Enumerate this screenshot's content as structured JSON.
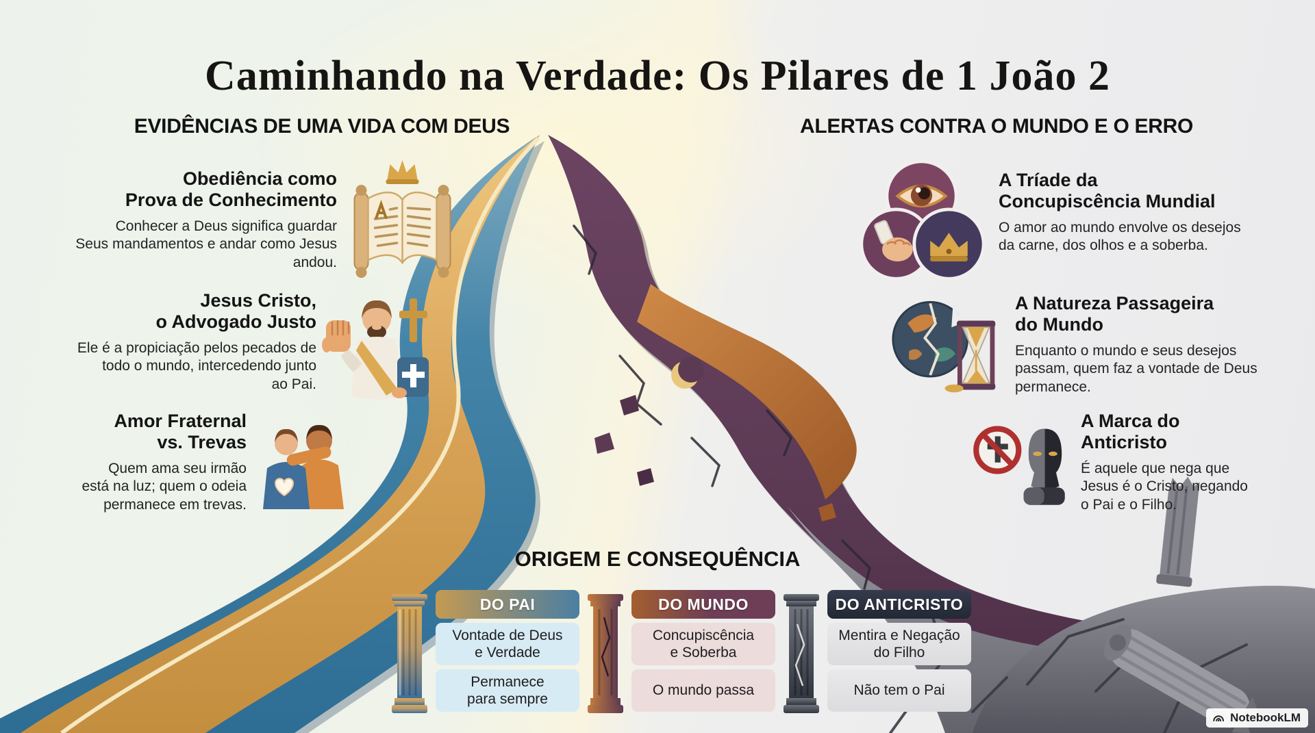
{
  "title": "Caminhando na Verdade: Os Pilares de 1 João 2",
  "left_section": {
    "header": "EVIDÊNCIAS DE UMA VIDA COM DEUS",
    "items": [
      {
        "title": [
          "Obediência como",
          "Prova de Conhecimento"
        ],
        "body": [
          "Conhecer a Deus significa guardar",
          "Seus mandamentos e andar como Jesus",
          "andou."
        ],
        "icon": "scroll-crown-icon"
      },
      {
        "title": [
          "Jesus Cristo,",
          "o Advogado Justo"
        ],
        "body": [
          "Ele é a propiciação pelos pecados de",
          "todo o mundo, intercedendo junto",
          "ao Pai."
        ],
        "icon": "jesus-advocate-icon"
      },
      {
        "title": [
          "Amor Fraternal",
          "vs. Trevas"
        ],
        "body": [
          "Quem ama seu irmão",
          "está na luz; quem o odeia",
          "permanece em trevas."
        ],
        "icon": "embrace-heart-icon"
      }
    ]
  },
  "right_section": {
    "header": "ALERTAS CONTRA O MUNDO E O ERRO",
    "items": [
      {
        "title": [
          "A Tríade da",
          "Concupiscência Mundial"
        ],
        "body": [
          "O amor ao mundo envolve os desejos",
          "da carne, dos olhos e a soberba."
        ],
        "icon": "lust-triad-icon"
      },
      {
        "title": [
          "A Natureza Passageira",
          "do Mundo"
        ],
        "body": [
          "Enquanto o mundo e seus desejos",
          "passam, quem faz a vontade de Deus",
          "permanece."
        ],
        "icon": "fading-world-icon"
      },
      {
        "title": [
          "A Marca do",
          "Anticristo"
        ],
        "body": [
          "É aquele que nega que",
          "Jesus é o Cristo, negando",
          "o Pai e o Filho."
        ],
        "icon": "antichrist-icon"
      }
    ]
  },
  "bottom_section": {
    "header": "ORIGEM E CONSEQUÊNCIA",
    "columns": [
      {
        "header": "DO PAI",
        "rows": [
          [
            "Vontade de Deus",
            "e Verdade"
          ],
          [
            "Permanece",
            "para sempre"
          ]
        ],
        "icon": "pillar-gold-blue-icon"
      },
      {
        "header": "DO MUNDO",
        "rows": [
          [
            "Concupiscência",
            "e Soberba"
          ],
          [
            "O mundo passa"
          ]
        ],
        "icon": "pillar-cracked-icon"
      },
      {
        "header": "DO ANTICRISTO",
        "rows": [
          [
            "Mentira e Negação",
            "do Filho"
          ],
          [
            "Não tem o Pai"
          ]
        ],
        "icon": "pillar-broken-icon"
      }
    ]
  },
  "watermark": {
    "label": "NotebookLM",
    "icon": "notebooklm-logo-icon"
  },
  "colors": {
    "background_left": "#eef3ec",
    "background_right": "#ebebee",
    "center_glow": "#faf4da",
    "title_text": "#161513",
    "body_text": "#232323",
    "path_blue": "#3f7fa5",
    "path_gold": "#d9a85c",
    "path_gold_highlight": "#f6e8c0",
    "ruin_purple": "#5c3a54",
    "ruin_orange": "#bf7a3e",
    "ruin_gray": "#8d8d94",
    "table_pai_header_gold": "#c59a52",
    "table_pai_header_blue": "#4a7fa2",
    "table_pai_cell": "#d7ebf4",
    "table_mundo_header_orange": "#a45f2f",
    "table_mundo_header_maroon": "#6d3e55",
    "table_mundo_cell": "#ecdcdc",
    "table_anticristo_header": "#2b3140",
    "table_anticristo_cell": "#e4e4e6"
  }
}
